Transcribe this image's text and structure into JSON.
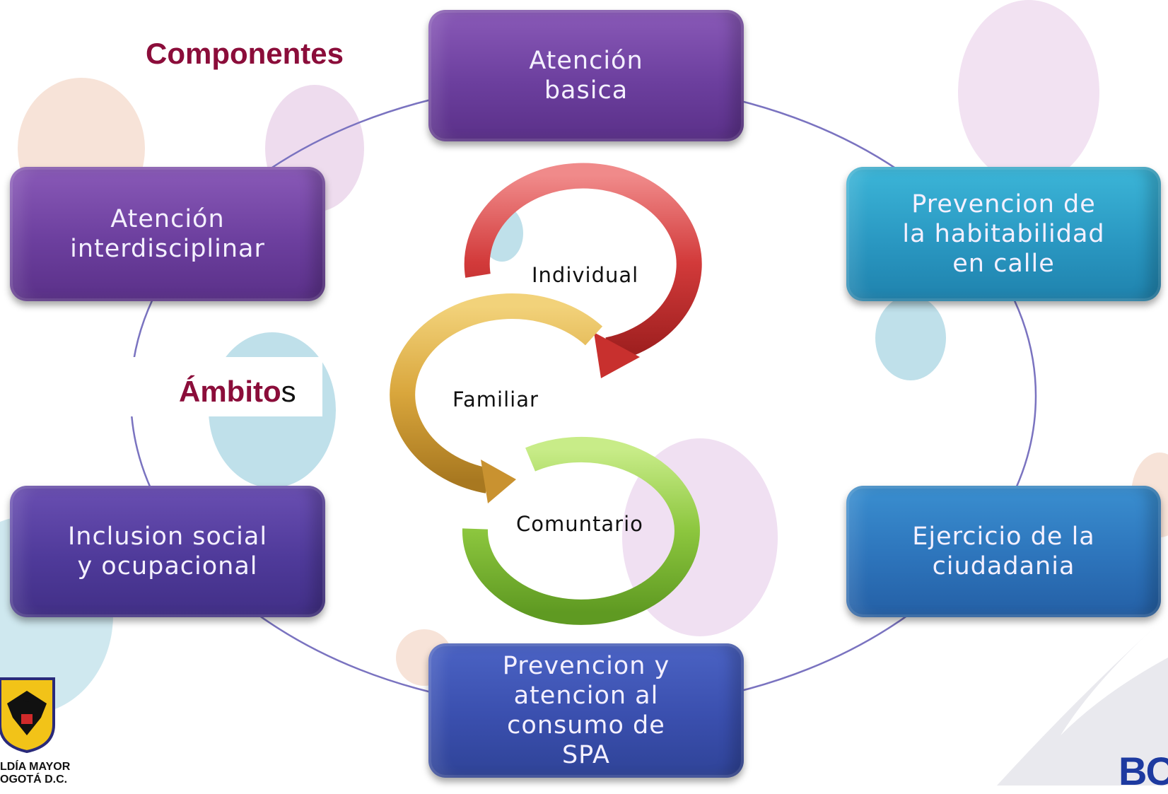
{
  "diagram": {
    "heading_components": "Componentes",
    "heading_ambitos_bold": "Ámbito",
    "heading_ambitos_rest": "s",
    "components": [
      {
        "label": "Atención\nbasica"
      },
      {
        "label": "Prevencion de\nla habitabilidad\nen calle"
      },
      {
        "label": "Ejercicio de la\nciudadania"
      },
      {
        "label": "Prevencion y\natencion al\nconsumo de\nSPA"
      },
      {
        "label": "Inclusion social\ny ocupacional"
      },
      {
        "label": "Atención\ninterdisciplinar"
      }
    ],
    "ambitos": [
      {
        "label": "Individual",
        "color": "#d23a3a"
      },
      {
        "label": "Familiar",
        "color": "#d9a63c"
      },
      {
        "label": "Comuntario",
        "color": "#8cc63e"
      }
    ]
  },
  "footer": {
    "logo_line1": "LDÍA MAYOR",
    "logo_line2": "OGOTÁ D.C.",
    "brand_text": "BO"
  },
  "colors": {
    "heading": "#8b0d3a",
    "circle": "#7a73c0"
  }
}
